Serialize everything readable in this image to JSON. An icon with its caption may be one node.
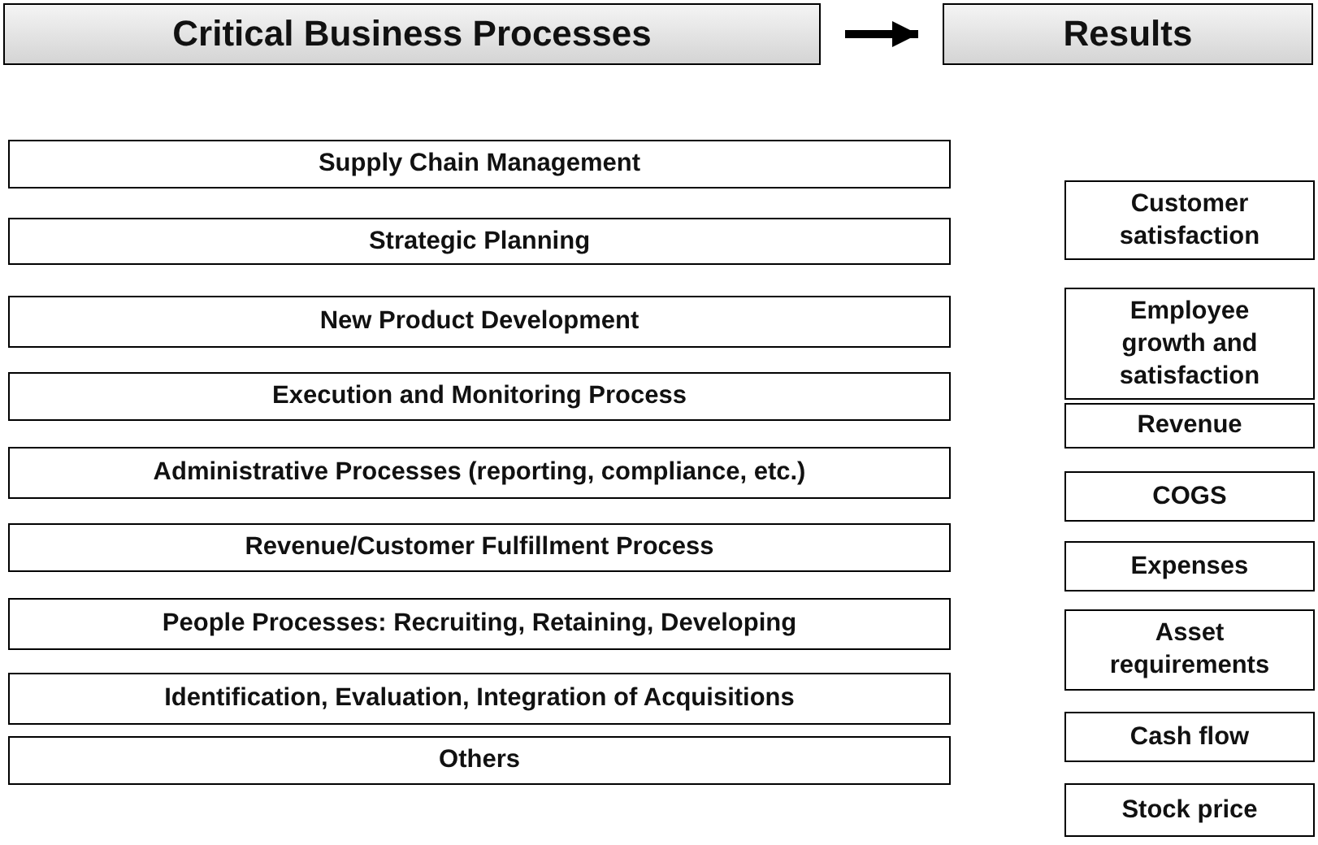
{
  "diagram": {
    "nodes": [
      {
        "text": [
          "Critical Business Processes"
        ]
      },
      {
        "text": [
          "Results"
        ]
      },
      {
        "text": [
          "Supply Chain Management"
        ]
      },
      {
        "text": [
          "Strategic Planning"
        ]
      },
      {
        "text": [
          "New Product Development"
        ]
      },
      {
        "text": [
          "Execution and Monitoring Process"
        ]
      },
      {
        "text": [
          "Administrative Processes (reporting, compliance, etc.)"
        ]
      },
      {
        "text": [
          "Revenue/Customer Fulfillment Process"
        ]
      },
      {
        "text": [
          "People Processes: Recruiting, Retaining, Developing"
        ]
      },
      {
        "text": [
          "Identification, Evaluation, Integration of Acquisitions"
        ]
      },
      {
        "text": [
          "Others"
        ]
      },
      {
        "text": [
          "Customer satisfaction"
        ]
      },
      {
        "text": [
          "Employee growth and satisfaction"
        ]
      },
      {
        "text": [
          "Revenue"
        ]
      },
      {
        "text": [
          "COGS"
        ]
      },
      {
        "text": [
          "Expenses"
        ]
      },
      {
        "text": [
          "Asset requirements"
        ]
      },
      {
        "text": [
          "Cash flow"
        ]
      },
      {
        "text": [
          "Stock price"
        ]
      }
    ],
    "edges": [
      {
        "from": 0,
        "to": 1,
        "arrow": "to"
      }
    ]
  }
}
